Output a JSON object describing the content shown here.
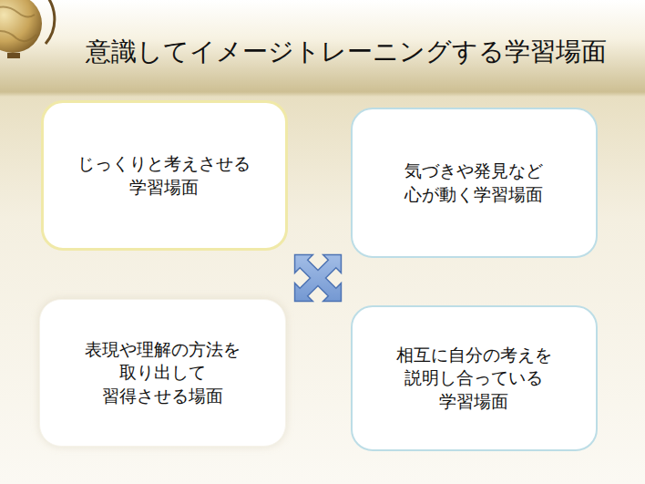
{
  "diagram": {
    "title": "意識してイメージトレーニングする学習場面",
    "nodes": [
      {
        "text": [
          "じっくりと考えさせる 学習場面"
        ]
      },
      {
        "text": [
          "気づきや発見など 心が動く学習場面"
        ]
      },
      {
        "text": [
          "表現や理解の方法を 取り出して 習得させる場面"
        ]
      },
      {
        "text": [
          "相互に自分の考えを 説明し合っている 学習場面"
        ]
      }
    ]
  }
}
